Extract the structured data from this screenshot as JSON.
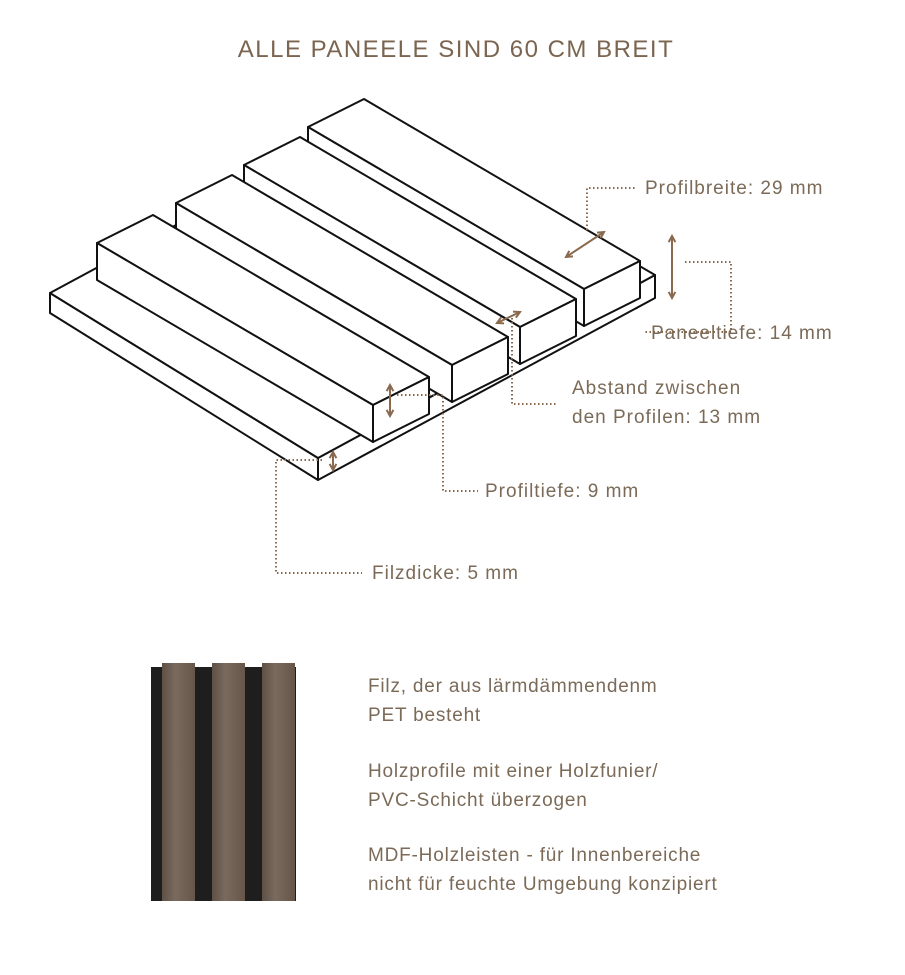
{
  "title": "ALLE PANEELE SIND 60 CM BREIT",
  "annotations": {
    "profile_width": "Profilbreite: 29 mm",
    "panel_depth": "Paneeltiefe: 14 mm",
    "gap_line1": "Abstand zwischen",
    "gap_line2": "den Profilen: 13 mm",
    "profile_depth": "Profiltiefe: 9 mm",
    "felt_thickness": "Filzdicke: 5 mm"
  },
  "materials": [
    {
      "line1": "Filz, der aus lärmdämmendenm",
      "line2": "PET besteht"
    },
    {
      "line1": "Holzprofile mit einer Holzfunier/",
      "line2": "PVC-Schicht überzogen"
    },
    {
      "line1": "MDF-Holzleisten -  für Innenbereiche",
      "line2": "nicht für feuchte Umgebung konzipiert"
    }
  ],
  "colors": {
    "text": "#7b6a58",
    "arrow": "#8a6a4f",
    "felt": "#1c1c1c",
    "wood": "#6e5e52"
  }
}
